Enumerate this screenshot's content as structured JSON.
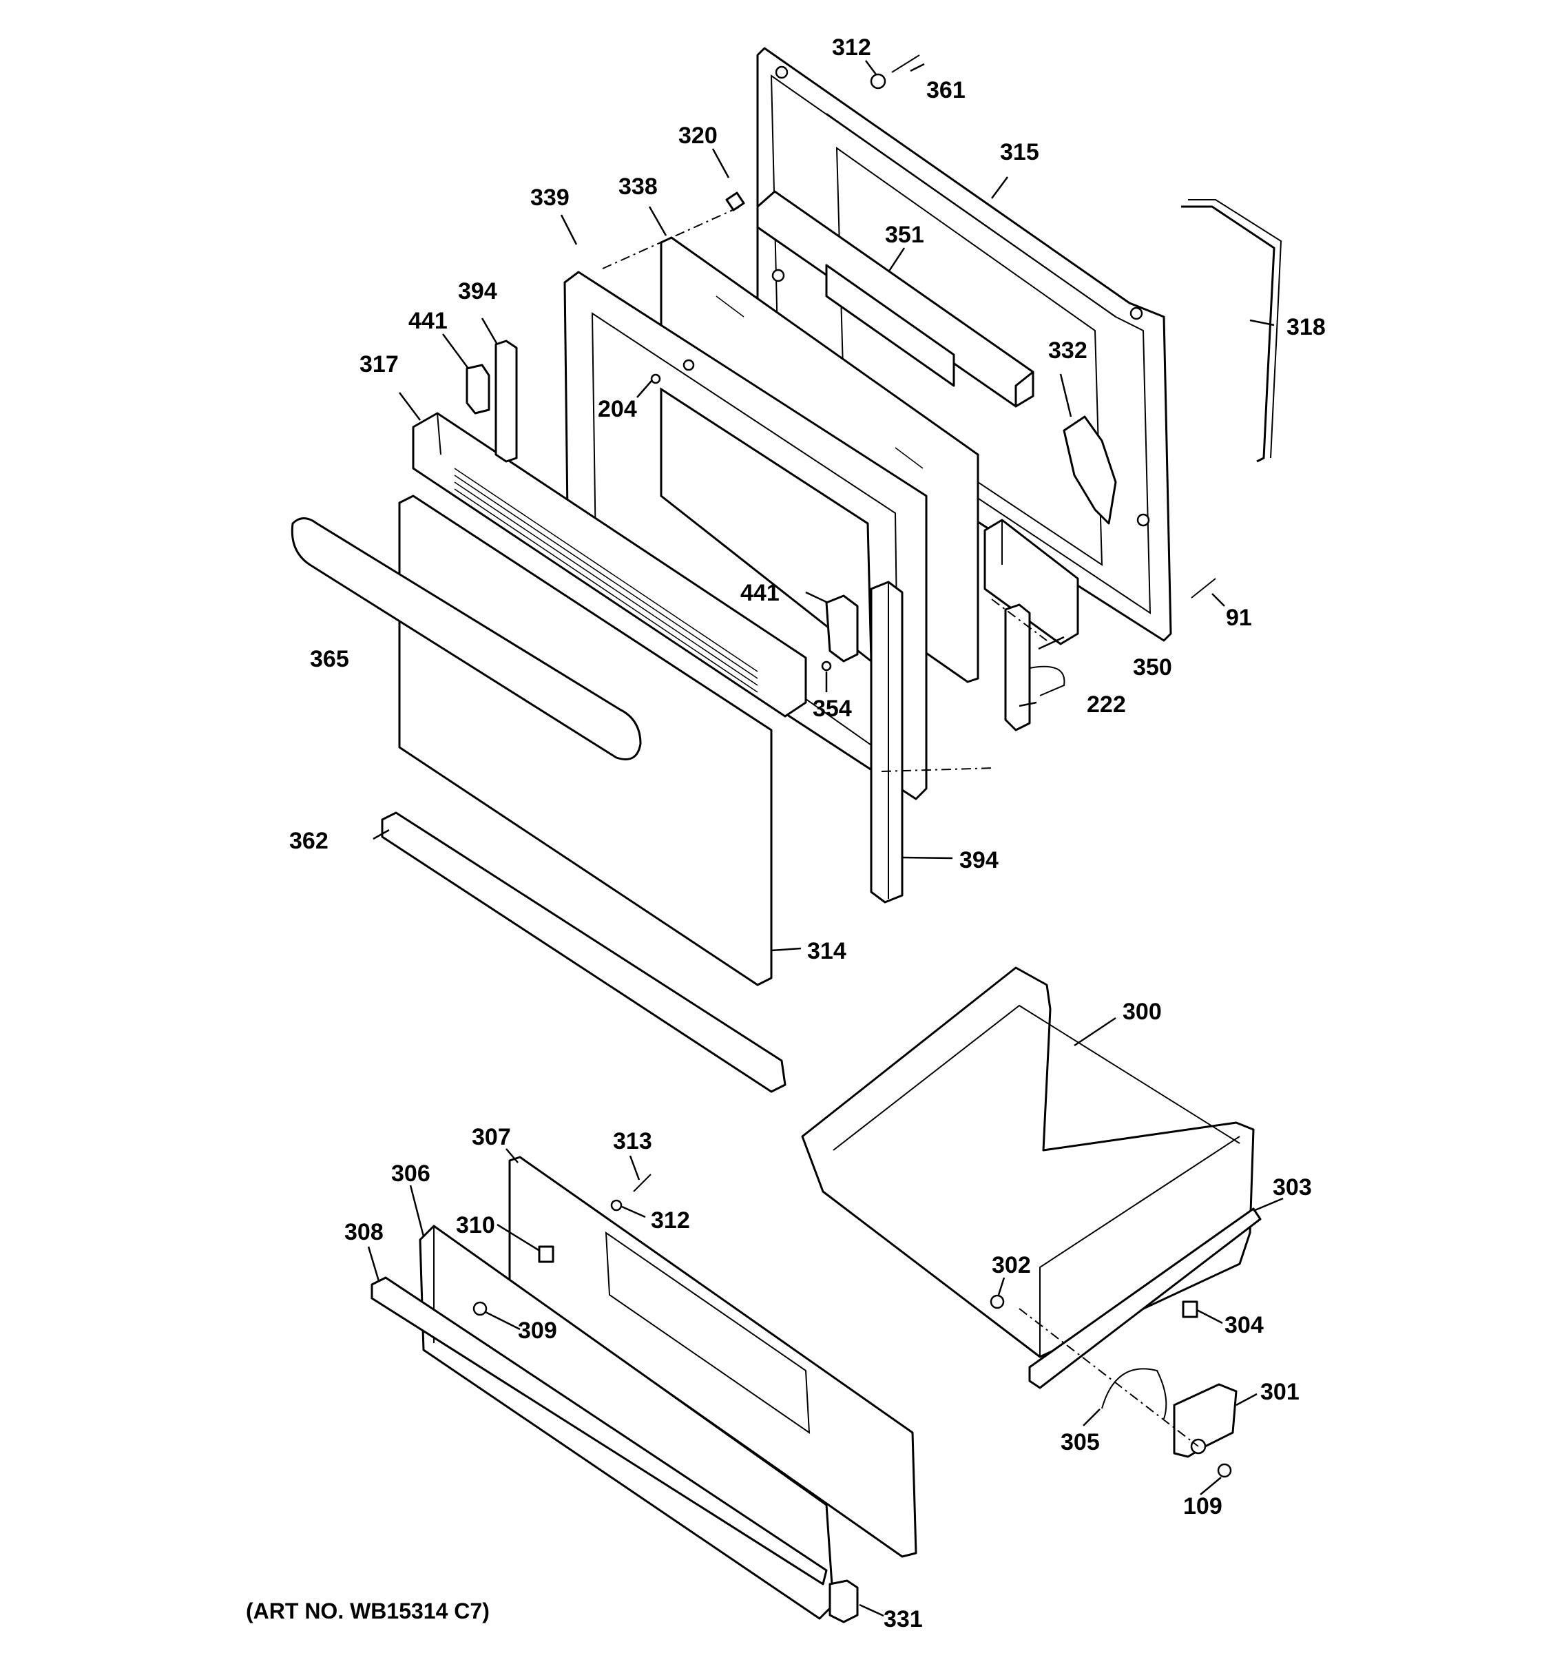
{
  "diagram": {
    "art_number": "(ART NO. WB15314 C7)",
    "callouts": {
      "c312a": "312",
      "c361": "361",
      "c320": "320",
      "c315": "315",
      "c339": "339",
      "c338": "338",
      "c351": "351",
      "c318": "318",
      "c394a": "394",
      "c441a": "441",
      "c317": "317",
      "c332": "332",
      "c204": "204",
      "c441b": "441",
      "c91": "91",
      "c365": "365",
      "c350": "350",
      "c354": "354",
      "c222": "222",
      "c362": "362",
      "c394b": "394",
      "c314": "314",
      "c300": "300",
      "c307": "307",
      "c313": "313",
      "c306": "306",
      "c312b": "312",
      "c310": "310",
      "c308": "308",
      "c303": "303",
      "c302": "302",
      "c309": "309",
      "c304": "304",
      "c301": "301",
      "c305": "305",
      "c109": "109",
      "c331": "331"
    }
  }
}
